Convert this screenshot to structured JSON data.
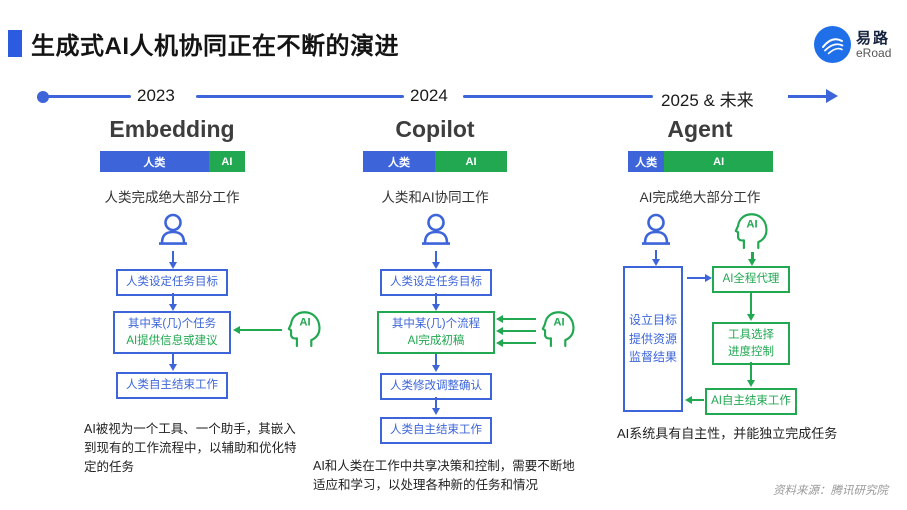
{
  "slide": {
    "title": "生成式AI人机协同正在不断的演进"
  },
  "logo": {
    "name": "易路",
    "subname": "eRoad"
  },
  "colors": {
    "blue": "#3D65D9",
    "green": "#21A851",
    "logo_blue": "#1E6FE8",
    "accent": "#2B5CE0"
  },
  "timeline": {
    "year1": "2023",
    "year2": "2024",
    "year3": "2025 & 未来"
  },
  "stages": [
    {
      "title": "Embedding",
      "subtitle": "人类完成绝大部分工作",
      "bar": {
        "human_label": "人类",
        "ai_label": "AI",
        "human_pct": 75,
        "ai_pct": 25
      },
      "box1": "人类设定任务目标",
      "box2_line1": "其中某(几)个任务",
      "box2_line2": "AI提供信息或建议",
      "box3": "人类自主结束工作",
      "ai_badge": "AI",
      "caption": "AI被视为一个工具、一个助手，其嵌入到现有的工作流程中，以辅助和优化特定的任务"
    },
    {
      "title": "Copilot",
      "subtitle": "人类和AI协同工作",
      "bar": {
        "human_label": "人类",
        "ai_label": "AI",
        "human_pct": 50,
        "ai_pct": 50
      },
      "box1": "人类设定任务目标",
      "box2_line1": "其中某(几)个流程",
      "box2_line2": "AI完成初稿",
      "box3": "人类修改调整确认",
      "box4": "人类自主结束工作",
      "ai_badge": "AI",
      "caption": "AI和人类在工作中共享决策和控制，需要不断地适应和学习，以处理各种新的任务和情况"
    },
    {
      "title": "Agent",
      "subtitle": "AI完成绝大部分工作",
      "bar": {
        "human_label": "人类",
        "ai_label": "AI",
        "human_pct": 25,
        "ai_pct": 75
      },
      "tall_box_line1": "设立目标",
      "tall_box_line2": "提供资源",
      "tall_box_line3": "监督结果",
      "box1": "AI全程代理",
      "box2_line1": "工具选择",
      "box2_line2": "进度控制",
      "box3": "AI自主结束工作",
      "ai_badge": "AI",
      "caption": "AI系统具有自主性，并能独立完成任务"
    }
  ],
  "source": "资料来源：腾讯研究院"
}
